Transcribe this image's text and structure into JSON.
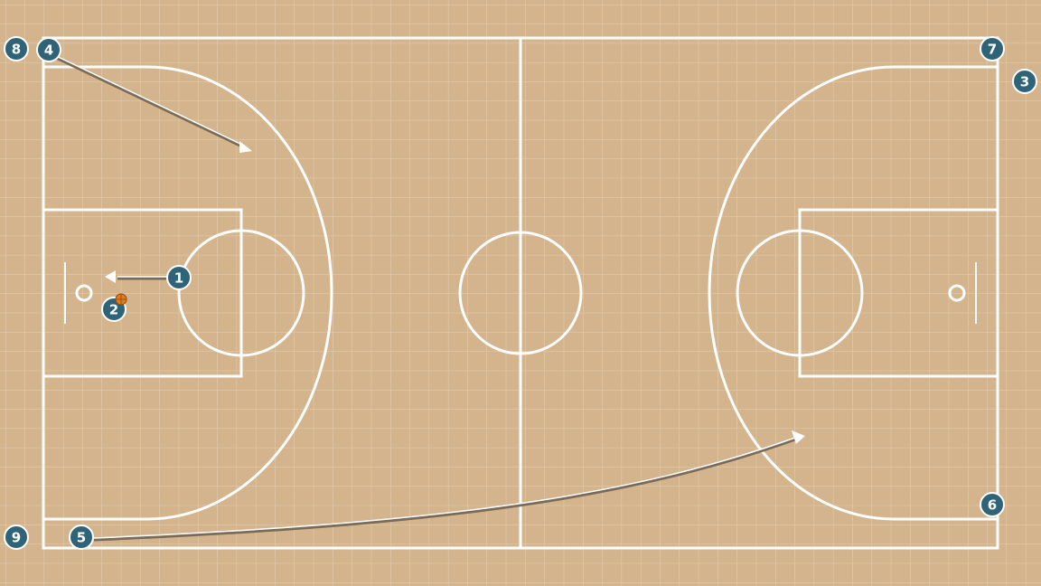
{
  "colors": {
    "floor": "#d3b48c",
    "grid": "#e4cfb3",
    "court_lines": "#ffffff",
    "player_fill": "#2f6478",
    "player_stroke": "#ffffff",
    "ball": "#e07b1f",
    "arrow_shadow": "#7a6a58"
  },
  "players": [
    {
      "number": "1"
    },
    {
      "number": "2",
      "has_ball": true
    },
    {
      "number": "3"
    },
    {
      "number": "4"
    },
    {
      "number": "5"
    },
    {
      "number": "6"
    },
    {
      "number": "7"
    },
    {
      "number": "8"
    },
    {
      "number": "9"
    }
  ],
  "movements": [
    {
      "from_player": "1",
      "type": "cut"
    },
    {
      "from_player": "4",
      "type": "cut"
    },
    {
      "from_player": "5",
      "type": "cut"
    }
  ]
}
